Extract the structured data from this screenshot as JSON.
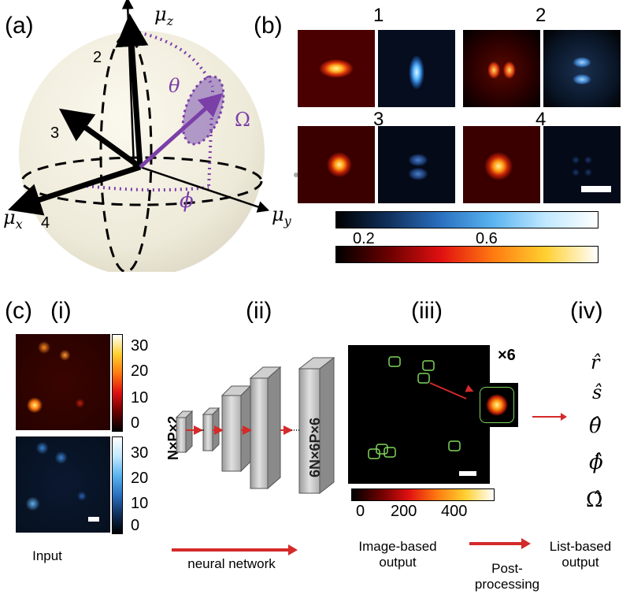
{
  "panels": {
    "a": "(a)",
    "b": "(b)",
    "c": "(c)",
    "i": "(i)",
    "ii": "(ii)",
    "iii": "(iii)",
    "iv": "(iv)"
  },
  "sphere": {
    "axis_z": "μ",
    "axis_z_sub": "z",
    "axis_x": "μ",
    "axis_x_sub": "x",
    "axis_y": "μ",
    "axis_y_sub": "y",
    "theta": "θ",
    "phi": "ϕ",
    "omega": "Ω",
    "vector_labels": [
      "2",
      "3",
      "4"
    ]
  },
  "psf_tiles": {
    "labels": [
      "1",
      "2",
      "3",
      "4"
    ]
  },
  "colorbar_b": {
    "ticks": [
      "0.2",
      "0.6"
    ]
  },
  "input_colorbars": {
    "ticks": [
      "30",
      "20",
      "10",
      "0"
    ]
  },
  "network": {
    "input_dims": "N×P×2",
    "output_dims": "6N×6P×6"
  },
  "output": {
    "multiplier": "×6",
    "colorbar_ticks": [
      "0",
      "200",
      "400"
    ]
  },
  "list_outputs": [
    "r̂",
    "ŝ",
    "θ̂",
    "ϕ̂",
    "Ω̂"
  ],
  "captions": {
    "input": "Input",
    "network": "neural network",
    "image_output_1": "Image-based",
    "image_output_2": "output",
    "post_1": "Post-",
    "post_2": "processing",
    "list_output_1": "List-based",
    "list_output_2": "output"
  },
  "colors": {
    "purple": "#7b3fa8",
    "arrow_red": "#d42a2a",
    "box_green": "#7fd65a",
    "sphere": "#f3efe2"
  }
}
